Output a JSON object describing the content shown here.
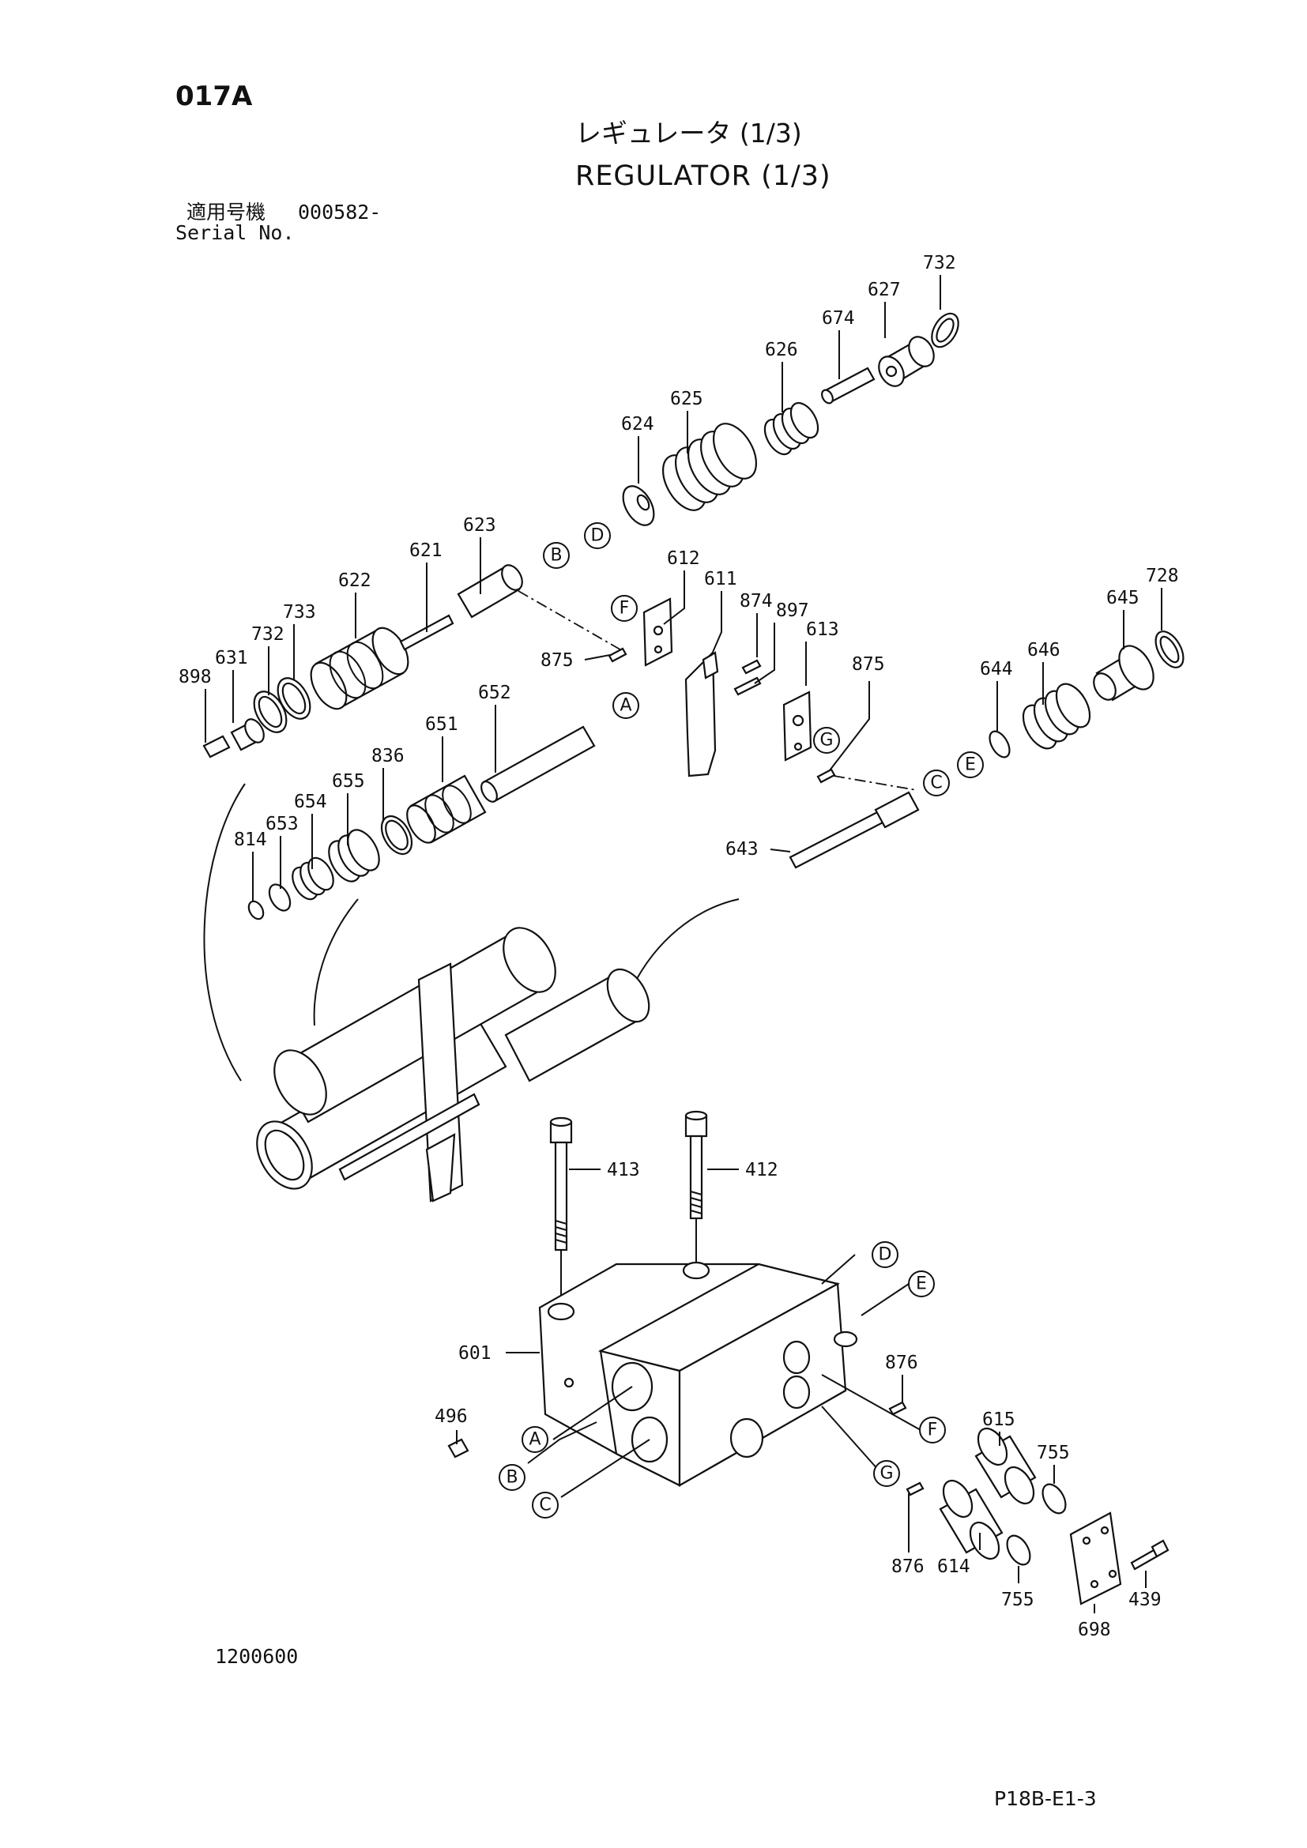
{
  "page": {
    "code": "017A",
    "title_ja": "レギュレータ (1/3)",
    "title_en": "REGULATOR (1/3)",
    "serial_label_ja": "適用号機",
    "serial_value": "000582-",
    "serial_label_en": "Serial No.",
    "drawing_number": "1200600",
    "sheet_ref": "P18B-E1-3"
  },
  "part_numbers": [
    "732",
    "627",
    "674",
    "626",
    "625",
    "624",
    "623",
    "621",
    "622",
    "733",
    "732",
    "631",
    "898",
    "612",
    "611",
    "874",
    "897",
    "613",
    "875",
    "875",
    "652",
    "651",
    "836",
    "655",
    "654",
    "653",
    "814",
    "644",
    "646",
    "645",
    "728",
    "643",
    "413",
    "412",
    "601",
    "496",
    "876",
    "615",
    "755",
    "876",
    "614",
    "755",
    "698",
    "439"
  ],
  "reference_markers": [
    "B",
    "D",
    "F",
    "A",
    "G",
    "C",
    "E",
    "D",
    "E",
    "A",
    "B",
    "C",
    "F",
    "G"
  ]
}
